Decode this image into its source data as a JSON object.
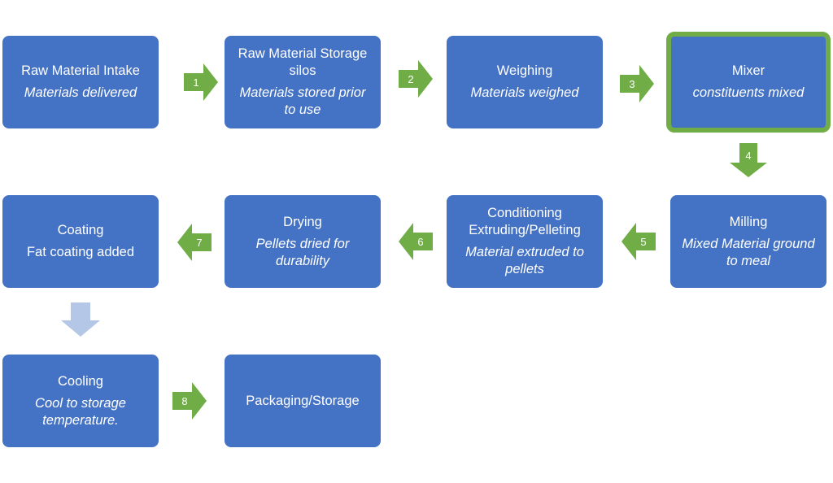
{
  "colors": {
    "box_fill": "#4472c4",
    "box_text": "#ffffff",
    "arrow_fill": "#70ad47",
    "highlight_border": "#70ad47",
    "pale_arrow_fill": "#b4c7e7"
  },
  "steps": [
    {
      "title": "Raw Material Intake",
      "sub": "Materials delivered"
    },
    {
      "title": "Raw Material Storage silos",
      "sub": "Materials stored prior to use"
    },
    {
      "title": "Weighing",
      "sub": "Materials weighed"
    },
    {
      "title": "Mixer",
      "sub": "constituents mixed"
    },
    {
      "title": "Milling",
      "sub": "Mixed Material ground to meal"
    },
    {
      "title": "Conditioning Extruding/Pelleting",
      "sub": "Material extruded to pellets"
    },
    {
      "title": "Drying",
      "sub": "Pellets dried for durability"
    },
    {
      "title": "Coating",
      "sub": "Fat coating added"
    },
    {
      "title": "Cooling",
      "sub": "Cool to storage temperature."
    },
    {
      "title": "Packaging/Storage",
      "sub": ""
    }
  ],
  "arrows": [
    "1",
    "2",
    "3",
    "4",
    "5",
    "6",
    "7",
    "8"
  ]
}
